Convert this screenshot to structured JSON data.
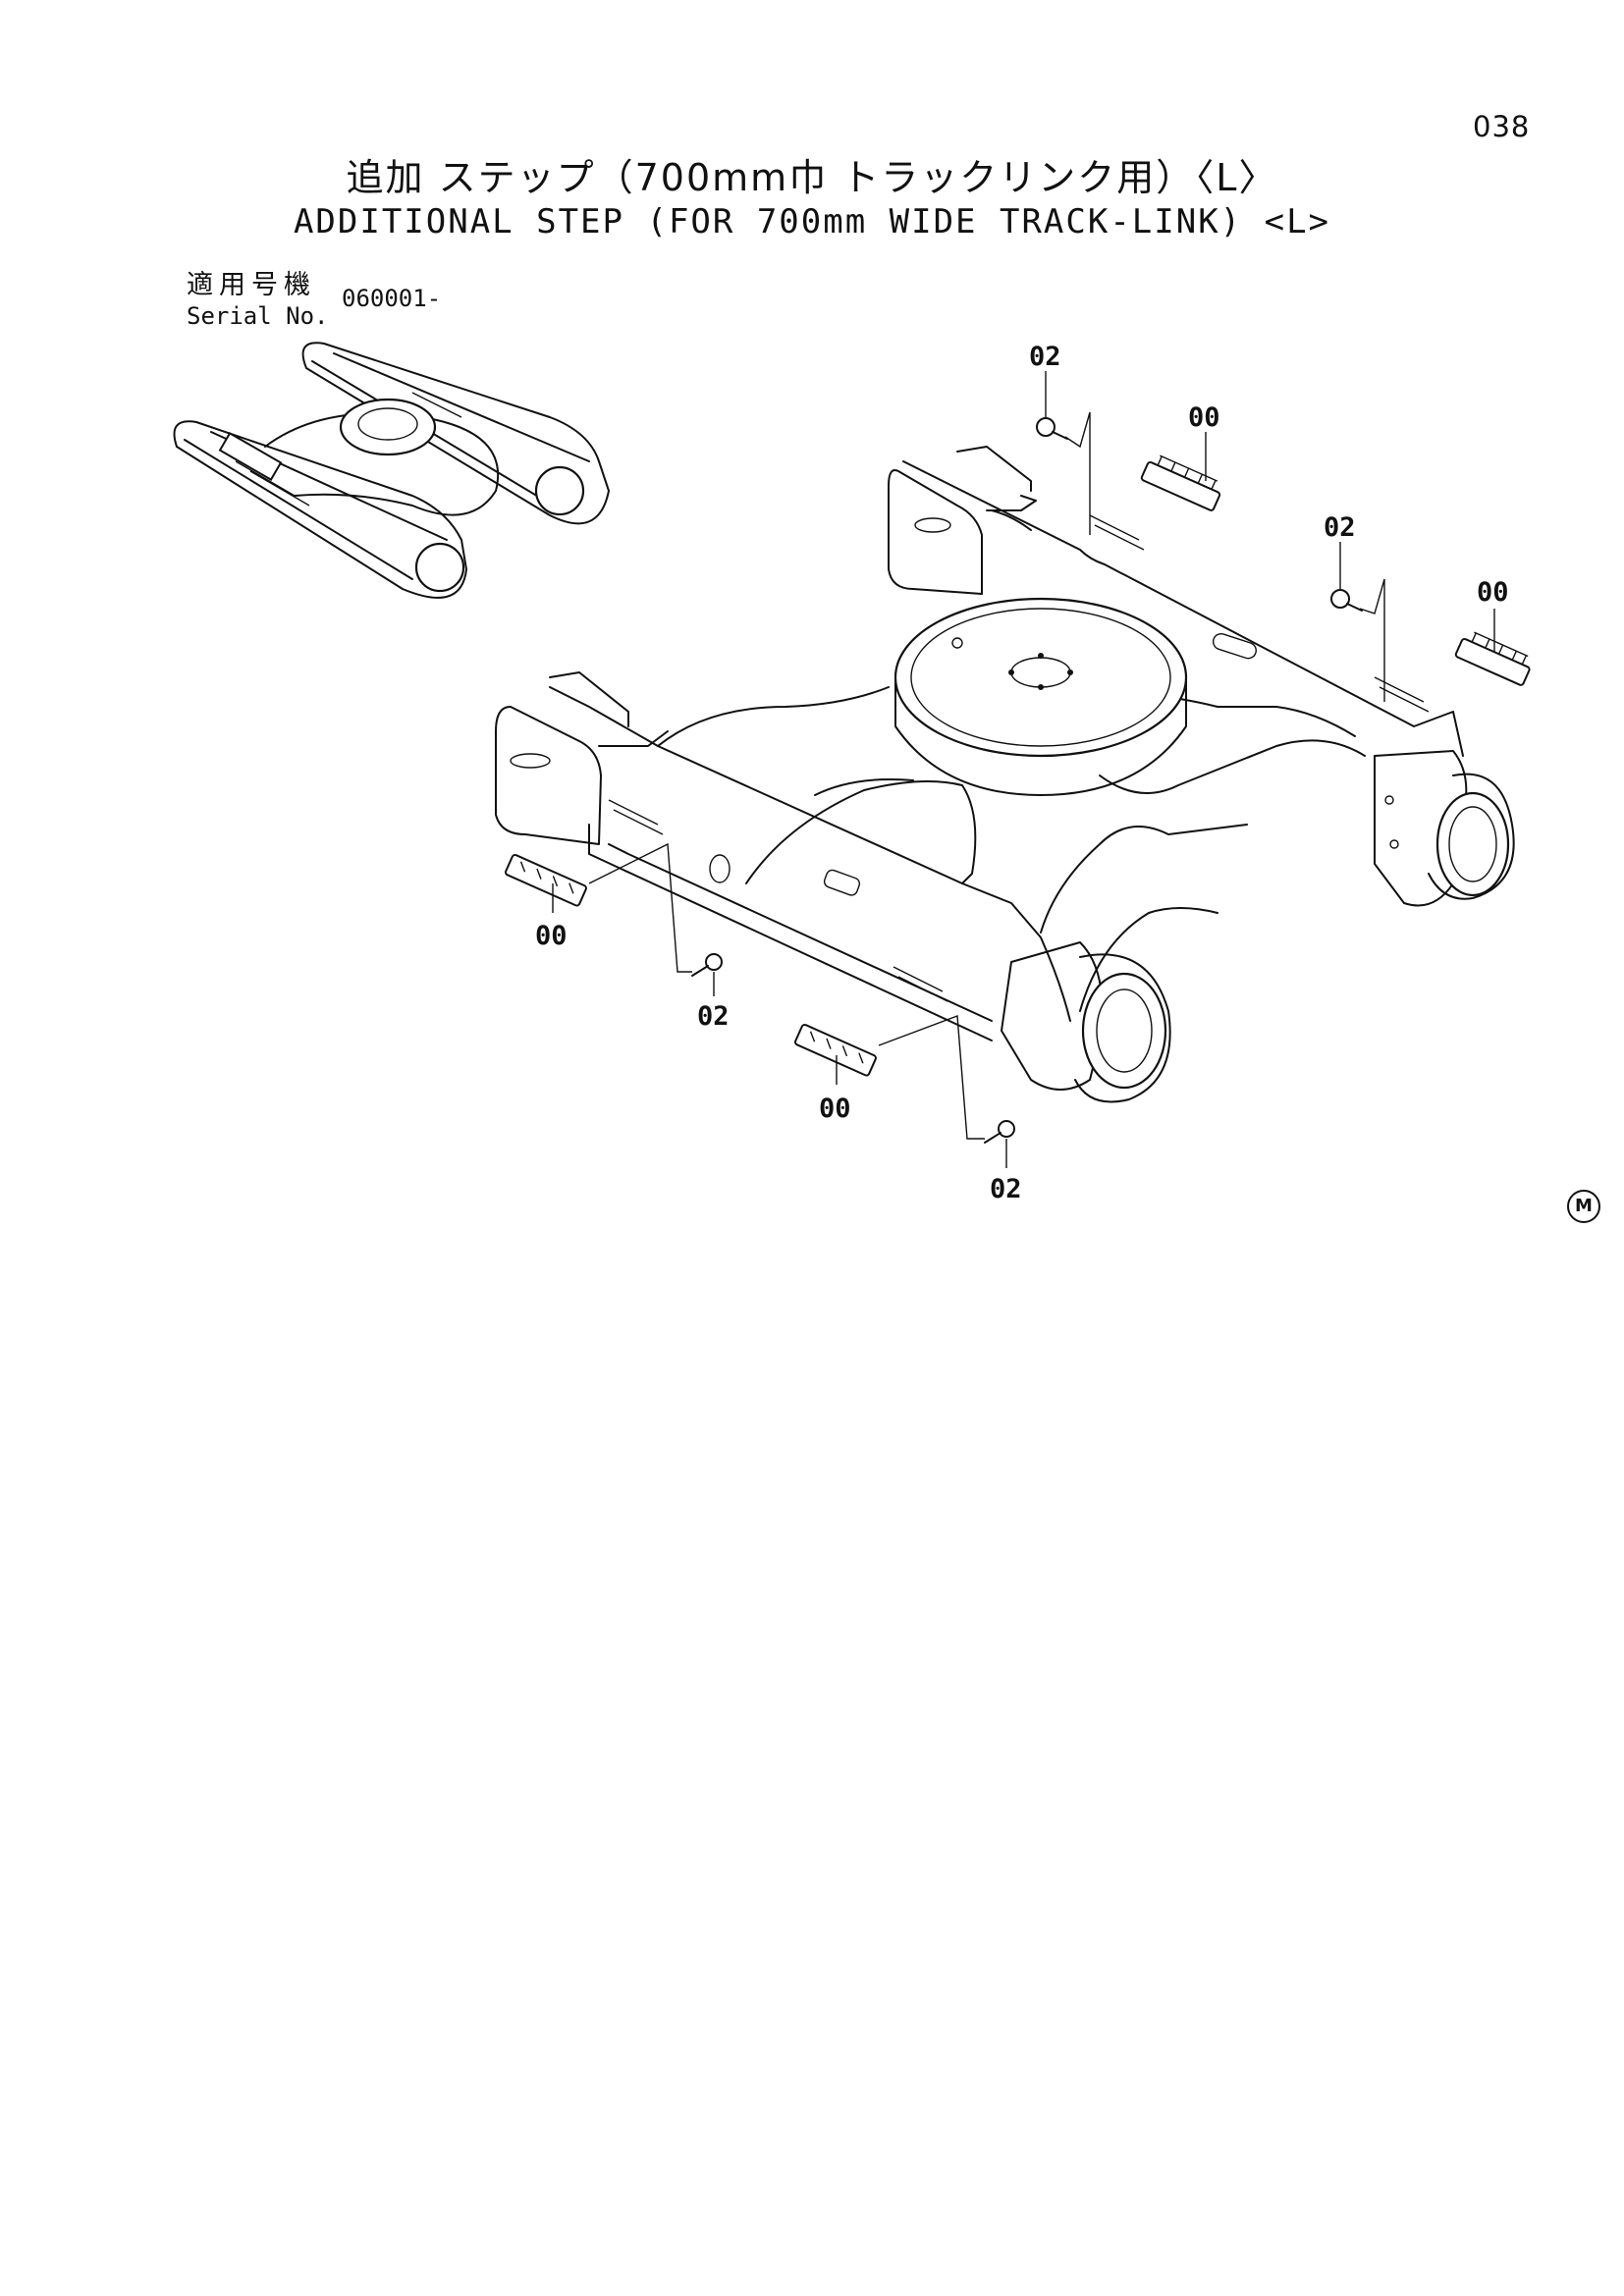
{
  "page_number": "038",
  "title": {
    "japanese": "追加 ステップ（700mm巾 トラックリンク用）〈L〉",
    "english": "ADDITIONAL STEP (FOR 700mm WIDE TRACK-LINK) <L>"
  },
  "serial": {
    "label_jp": "適用号機",
    "label_en": "Serial No.",
    "value": "060001-"
  },
  "callouts": [
    {
      "id": "c1",
      "text": "02"
    },
    {
      "id": "c2",
      "text": "00"
    },
    {
      "id": "c3",
      "text": "02"
    },
    {
      "id": "c4",
      "text": "00"
    },
    {
      "id": "c5",
      "text": "00"
    },
    {
      "id": "c6",
      "text": "02"
    },
    {
      "id": "c7",
      "text": "00"
    },
    {
      "id": "c8",
      "text": "02"
    }
  ],
  "mark": "M"
}
